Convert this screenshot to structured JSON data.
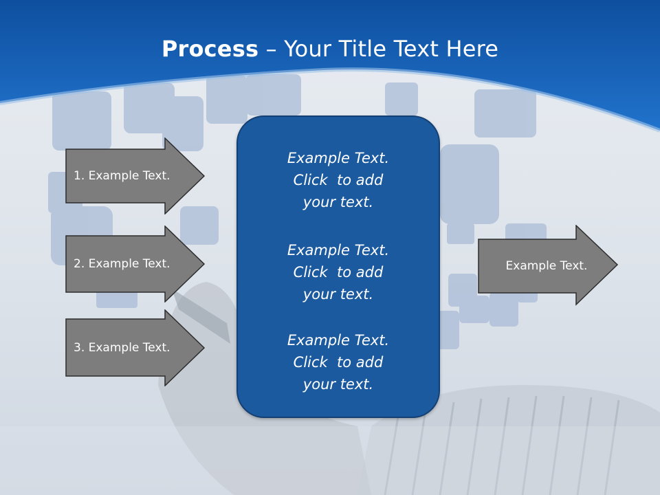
{
  "header": {
    "title_bold": "Process",
    "title_rest": " – Your Title Text Here"
  },
  "left_steps": [
    {
      "label": "1. Example Text."
    },
    {
      "label": "2. Example Text."
    },
    {
      "label": "3. Example Text."
    }
  ],
  "center_box": {
    "blocks": [
      {
        "line1": "Example Text.",
        "line2": "Click  to add",
        "line3": "your text."
      },
      {
        "line1": "Example Text.",
        "line2": "Click  to add",
        "line3": "your text."
      },
      {
        "line1": "Example Text.",
        "line2": "Click  to add",
        "line3": "your text."
      }
    ]
  },
  "right_arrow": {
    "label": "Example Text."
  },
  "colors": {
    "header_blue": "#1a63b8",
    "box_blue": "#1c5aa0",
    "arrow_gray": "#7d7d7d"
  }
}
